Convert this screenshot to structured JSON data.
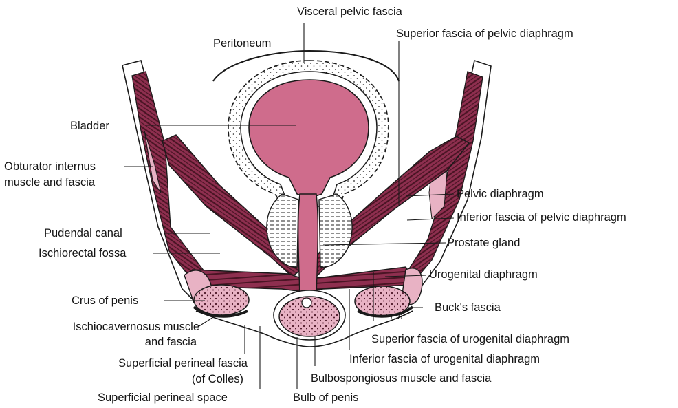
{
  "colors": {
    "muscle": "#8e2f4f",
    "muscle_dark": "#4a1424",
    "bladder": "#cf6c8c",
    "fascia_pink": "#e8b2c4",
    "outline": "#1a1a1a",
    "background": "#ffffff"
  },
  "labels": {
    "visceral_pelvic_fascia": "Visceral pelvic fascia",
    "peritoneum": "Peritoneum",
    "superior_fascia_pelvic_diaphragm": "Superior fascia of pelvic diaphragm",
    "bladder": "Bladder",
    "obturator_internus_1": "Obturator internus",
    "obturator_internus_2": "muscle and fascia",
    "pelvic_diaphragm": "Pelvic diaphragm",
    "inferior_fascia_pelvic_diaphragm": "Inferior fascia of pelvic diaphragm",
    "pudendal_canal": "Pudendal canal",
    "prostate_gland": "Prostate gland",
    "ischiorectal_fossa": "Ischiorectal fossa",
    "urogenital_diaphragm": "Urogenital diaphragm",
    "crus_of_penis": "Crus of penis",
    "bucks_fascia": "Buck's fascia",
    "ischiocavernosus_1": "Ischiocavernosus muscle",
    "ischiocavernosus_2": "and fascia",
    "superior_fascia_urogenital": "Superior fascia of urogenital diaphragm",
    "superficial_perineal_fascia_1": "Superficial perineal fascia",
    "superficial_perineal_fascia_2": "(of Colles)",
    "inferior_fascia_urogenital": "Inferior fascia of urogenital diaphragm",
    "bulbospongiosus": "Bulbospongiosus muscle and fascia",
    "superficial_perineal_space": "Superficial perineal space",
    "bulb_of_penis": "Bulb of penis",
    "signature": "LJB"
  }
}
